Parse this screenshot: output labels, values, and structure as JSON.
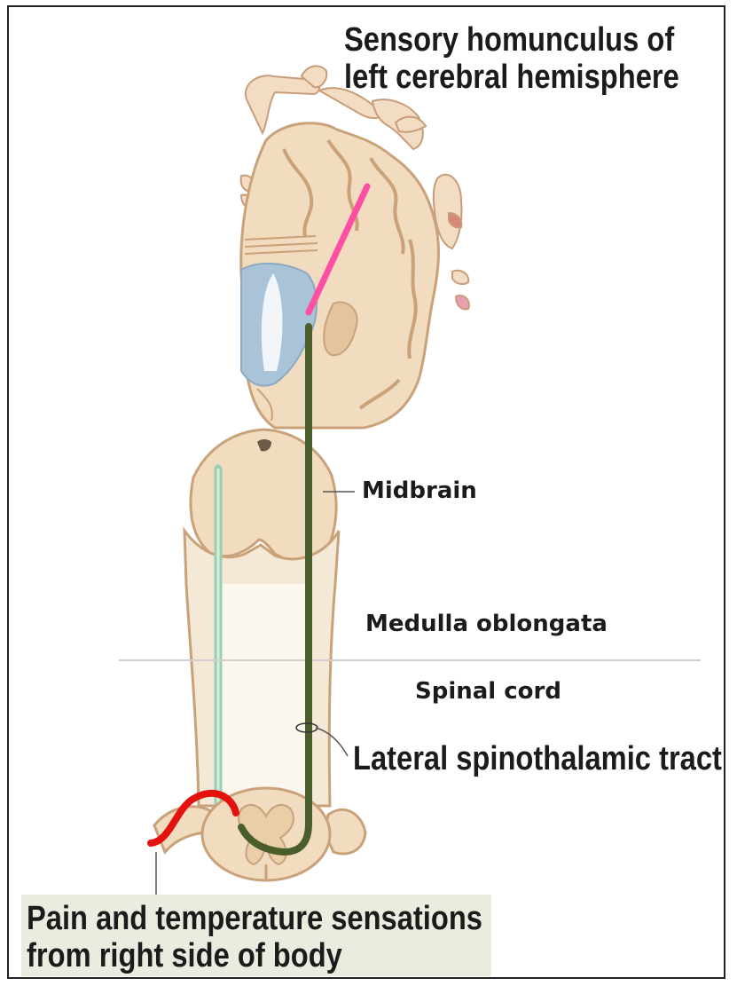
{
  "diagram": {
    "title_line1": "Sensory homunculus of",
    "title_line2": "left cerebral hemisphere",
    "labels": {
      "midbrain": "Midbrain",
      "medulla": "Medulla oblongata",
      "spinal_cord": "Spinal cord",
      "tract": "Lateral spinothalamic tract"
    },
    "caption_line1": "Pain and temperature sensations",
    "caption_line2": "from right side of body",
    "colors": {
      "tissue": "#f1dcc0",
      "tissue_edge": "#c9a27a",
      "ventricle": "#a9c4d8",
      "pathway_cortex": "#ff4fa3",
      "pathway_tract": "#4a5e2b",
      "pathway_receptor": "#e4120e",
      "dorsal_column_tract": "#9ccfb2",
      "caption_bg": "#ebebdf"
    }
  }
}
